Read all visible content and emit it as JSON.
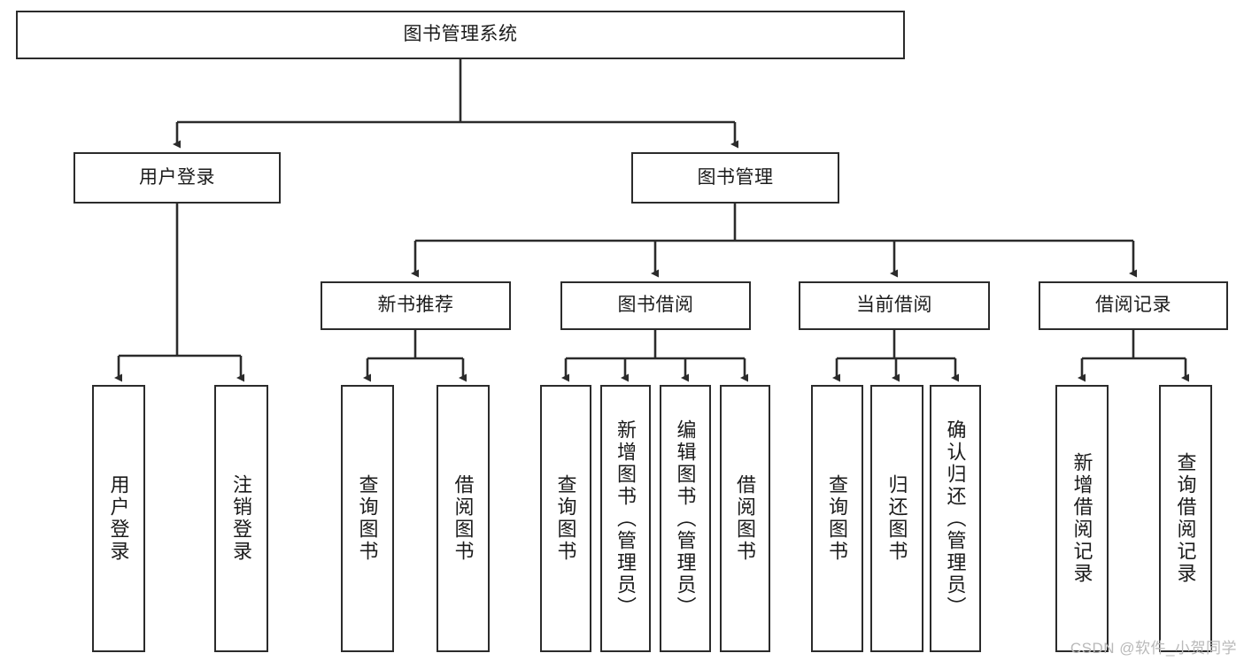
{
  "diagram": {
    "title": "图书管理系统",
    "type": "tree",
    "watermark": "CSDN @软件_小贺同学",
    "colors": {
      "box_border": "#2b2b2b",
      "box_fill": "#ffffff",
      "edge": "#2b2b2b",
      "text": "#1b1b1b",
      "watermark": "#b9b9b9",
      "background": "#ffffff"
    },
    "nodes": {
      "root": {
        "label": "图书管理系统"
      },
      "level2": [
        {
          "id": "user-login",
          "label": "用户登录"
        },
        {
          "id": "book-manage",
          "label": "图书管理"
        }
      ],
      "level3": [
        {
          "id": "new-book-recommend",
          "label": "新书推荐"
        },
        {
          "id": "book-borrow",
          "label": "图书借阅"
        },
        {
          "id": "current-borrow",
          "label": "当前借阅"
        },
        {
          "id": "borrow-record",
          "label": "借阅记录"
        }
      ],
      "leaves": {
        "user-login": [
          {
            "id": "leaf-user-login",
            "label": "用户登录"
          },
          {
            "id": "leaf-user-logout",
            "label": "注销登录"
          }
        ],
        "new-book-recommend": [
          {
            "id": "leaf-query-book-1",
            "label": "查询图书"
          },
          {
            "id": "leaf-borrow-book-1",
            "label": "借阅图书"
          }
        ],
        "book-borrow": [
          {
            "id": "leaf-query-book-2",
            "label": "查询图书"
          },
          {
            "id": "leaf-add-book",
            "label": "新增图书（管理员）"
          },
          {
            "id": "leaf-edit-book",
            "label": "编辑图书（管理员）"
          },
          {
            "id": "leaf-borrow-book-2",
            "label": "借阅图书"
          }
        ],
        "current-borrow": [
          {
            "id": "leaf-query-book-3",
            "label": "查询图书"
          },
          {
            "id": "leaf-return-book",
            "label": "归还图书"
          },
          {
            "id": "leaf-confirm-return",
            "label": "确认归还（管理员）"
          }
        ],
        "borrow-record": [
          {
            "id": "leaf-add-record",
            "label": "新增借阅记录"
          },
          {
            "id": "leaf-query-record",
            "label": "查询借阅记录"
          }
        ]
      }
    }
  }
}
